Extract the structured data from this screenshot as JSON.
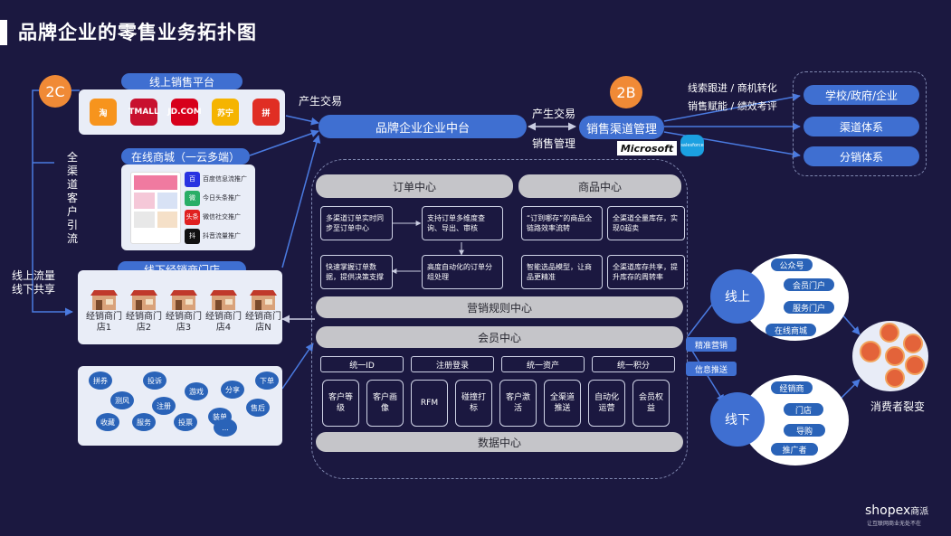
{
  "title": "品牌企业的零售业务拓扑图",
  "tag_2c": "2C",
  "tag_2b": "2B",
  "online_platform": {
    "label": "线上销售平台",
    "apps": [
      {
        "name": "taobao-icon",
        "text": "淘",
        "color": "#f7941d"
      },
      {
        "name": "tmall-icon",
        "text": "TMALL",
        "color": "#c8102e"
      },
      {
        "name": "jd-icon",
        "text": "JD.COM",
        "color": "#d7001b"
      },
      {
        "name": "suning-icon",
        "text": "苏宁",
        "color": "#f5b400"
      },
      {
        "name": "pinduoduo-icon",
        "text": "拼",
        "color": "#e02e24"
      }
    ]
  },
  "online_mall": {
    "label": "在线商城（一云多端）",
    "channels": [
      "百度信息流推广",
      "今日头条推广",
      "微信社交推广",
      "抖音流量推广"
    ],
    "channel_icons": [
      {
        "name": "baidu-icon",
        "text": "百",
        "color": "#2932e1"
      },
      {
        "name": "wechat-icon",
        "text": "微",
        "color": "#2aae67"
      },
      {
        "name": "toutiao-icon",
        "text": "头条",
        "color": "#e02020"
      },
      {
        "name": "douyin-icon",
        "text": "抖",
        "color": "#111111"
      }
    ]
  },
  "vertical_flow_text": "全渠道客户引流",
  "online_offline": "线上流量\n线下共享",
  "offline_stores": {
    "label": "线下经销商门店",
    "stores": [
      "经销商门店1",
      "经销商门店2",
      "经销商门店3",
      "经销商门店4",
      "经销商门店N"
    ]
  },
  "activities": [
    "拼券",
    "投诉",
    "下单",
    "测风",
    "注册",
    "游戏",
    "分享",
    "售后",
    "收藏",
    "服务",
    "投票",
    "装单",
    "..."
  ],
  "center_hub": "品牌企业企业中台",
  "produce_trade_left": "产生交易",
  "produce_trade_right": "产生交易",
  "sales_manage": "销售管理",
  "channel_mgmt": "销售渠道管理",
  "microsoft": "Microsoft",
  "salesforce": "salesforce",
  "crm_notes": [
    "线索跟进 / 商机转化",
    "销售赋能 / 绩效考评"
  ],
  "b2b_targets": [
    "学校/政府/企业",
    "渠道体系",
    "分销体系"
  ],
  "order_center": {
    "label": "订单中心",
    "boxes": [
      "多渠道订单实时同步至订单中心",
      "支持订单多维度查询、导出、审核",
      "快速掌握订单数据，提供决策支撑",
      "高度自动化的订单分组处理"
    ]
  },
  "product_center": {
    "label": "商品中心",
    "boxes": [
      "“订到哪存”的商品全链路效率流转",
      "全渠道全量库存，实现0超卖",
      "智能选品模型，让商品更精准",
      "全渠道库存共享，提升库存的周转率"
    ]
  },
  "marketing_rules": "营销规则中心",
  "member_center": {
    "label": "会员中心",
    "unify": [
      "统一ID",
      "注册登录",
      "统一资产",
      "统一积分"
    ],
    "features": [
      "客户等级",
      "客户画像",
      "RFM",
      "碰撞打标",
      "客户激活",
      "全渠道推送",
      "自动化运营",
      "会员权益"
    ]
  },
  "data_center": "数据中心",
  "precise_marketing": "精准营销",
  "info_push": "信息推送",
  "online_bubble": {
    "label": "线上",
    "items": [
      "公众号",
      "会员门户",
      "服务门户",
      "在线商城"
    ]
  },
  "offline_bubble": {
    "label": "线下",
    "items": [
      "经销商",
      "门店",
      "导购",
      "推广者"
    ]
  },
  "consumer_fission": "消费者裂变",
  "brand_logo": "shopex",
  "brand_logo_suffix": "商派",
  "brand_slogan": "让互联网商业无处不在"
}
